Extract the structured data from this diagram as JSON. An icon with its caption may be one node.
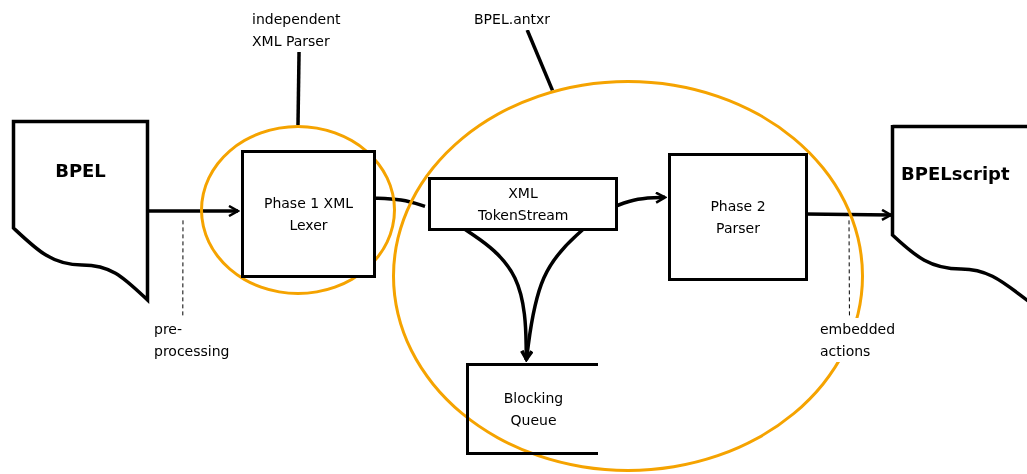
{
  "diagram": {
    "nodes": [
      {
        "text": [
          "independent XML Parser"
        ]
      },
      {
        "text": [
          "BPEL.antxr"
        ]
      },
      {
        "text": [
          "BPEL"
        ]
      },
      {
        "text": [],
        "shape": "circle"
      },
      {
        "text": [
          "Phase 1 XML Lexer"
        ],
        "in": 3
      },
      {
        "text": [],
        "shape": "circle"
      },
      {
        "text": [
          "XML TokenStream"
        ],
        "in": 5
      },
      {
        "text": [
          "Phase 2 Parser"
        ],
        "in": 5
      },
      {
        "text": [
          "Blocking Queue"
        ],
        "in": 5
      },
      {
        "text": [
          "BPELscript"
        ]
      },
      {
        "text": [
          "pre- processing"
        ]
      },
      {
        "text": [
          "embedded actions"
        ]
      }
    ],
    "edges": [
      {
        "from": 0,
        "to": 3,
        "arrow": "none"
      },
      {
        "from": 1,
        "to": 5,
        "arrow": "none"
      },
      {
        "from": 2,
        "to": 4,
        "arrow": "to"
      },
      {
        "from": 4,
        "to": 6,
        "arrow": "none"
      },
      {
        "from": 6,
        "to": 7,
        "arrow": "to"
      },
      {
        "from": 6,
        "to": 8,
        "arrow": "to"
      },
      {
        "from": 6,
        "to": 8,
        "arrow": "to"
      },
      {
        "from": 7,
        "to": 9,
        "arrow": "to"
      },
      {
        "from": 10,
        "to": null,
        "arrow": "none",
        "style": "dashed"
      },
      {
        "from": 11,
        "to": null,
        "arrow": "none",
        "style": "dashed"
      }
    ]
  }
}
